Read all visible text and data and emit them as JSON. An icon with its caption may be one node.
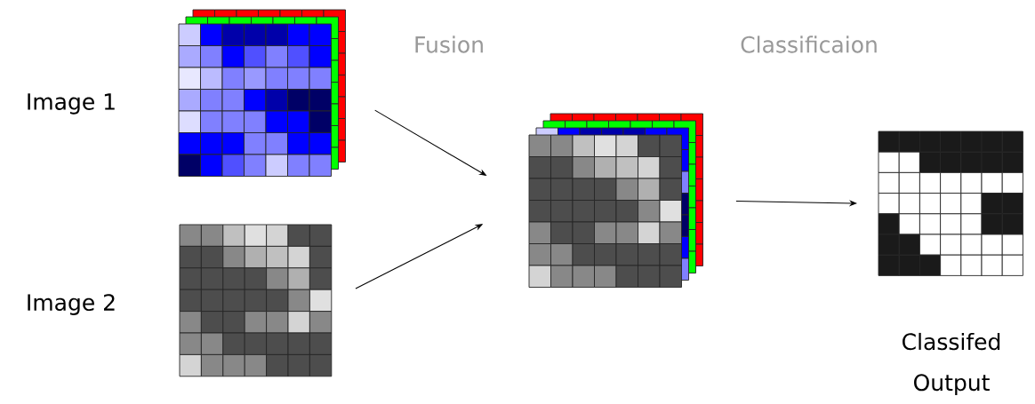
{
  "diagram": {
    "nodes": [
      {
        "text": [],
        "shape": "grid"
      },
      {
        "text": [],
        "shape": "grid"
      },
      {
        "text": [],
        "shape": "grid"
      },
      {
        "text": [],
        "shape": "grid",
        "beside": [
          "Classifed Output"
        ]
      }
    ],
    "edges": [
      {
        "from": 0,
        "to": 2,
        "arrow": "to"
      },
      {
        "from": 1,
        "to": 2,
        "arrow": "to"
      },
      {
        "from": 2,
        "to": 3,
        "arrow": "to"
      }
    ],
    "labels": [
      "Image 1",
      "Fusion",
      "Classificaion",
      "Image 2"
    ]
  }
}
